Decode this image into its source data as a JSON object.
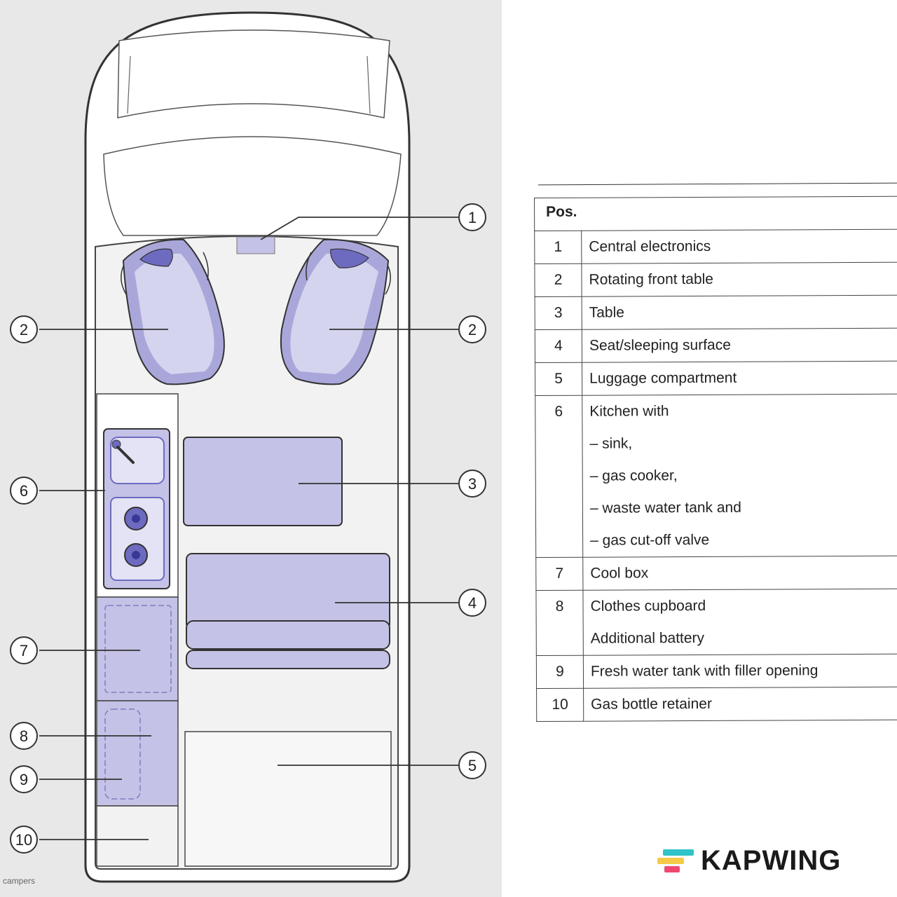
{
  "diagram": {
    "callouts": [
      "1",
      "2",
      "2",
      "3",
      "4",
      "5",
      "6",
      "7",
      "8",
      "9",
      "10"
    ],
    "watermark": "campers"
  },
  "legend": {
    "header": "Pos.",
    "rows": [
      {
        "num": "1",
        "lines": [
          "Central electronics"
        ]
      },
      {
        "num": "2",
        "lines": [
          "Rotating front table"
        ]
      },
      {
        "num": "3",
        "lines": [
          "Table"
        ]
      },
      {
        "num": "4",
        "lines": [
          "Seat/sleeping surface"
        ]
      },
      {
        "num": "5",
        "lines": [
          "Luggage compartment"
        ]
      },
      {
        "num": "6",
        "lines": [
          "Kitchen with",
          "– sink,",
          "– gas cooker,",
          "– waste water tank and",
          "– gas cut-off valve"
        ]
      },
      {
        "num": "7",
        "lines": [
          "Cool box"
        ]
      },
      {
        "num": "8",
        "lines": [
          "Clothes cupboard",
          "Additional battery"
        ]
      },
      {
        "num": "9",
        "lines": [
          "Fresh water tank with filler opening"
        ]
      },
      {
        "num": "10",
        "lines": [
          "Gas bottle retainer"
        ]
      }
    ]
  },
  "logo": {
    "text": "KAPWING",
    "colors": [
      "#2ec4c9",
      "#f7c948",
      "#ef476f"
    ]
  },
  "colors": {
    "furniture": "#c4c2e6",
    "seat": "#6d6bc0",
    "van_floor": "#f2f2f2",
    "background": "#e8e8e8"
  }
}
